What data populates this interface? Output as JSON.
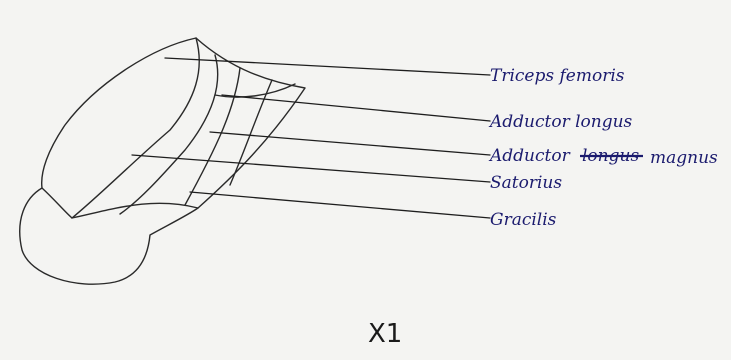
{
  "labels": {
    "triceps_femoris": "Triceps femoris",
    "adductor_longus": "Adductor longus",
    "adductor_magnus_prefix": "Adductor",
    "adductor_magnus_struck": "longus",
    "adductor_magnus_suffix": "magnus",
    "sartorius": "Satorius",
    "gracilis": "Gracilis"
  },
  "magnification": "X1"
}
